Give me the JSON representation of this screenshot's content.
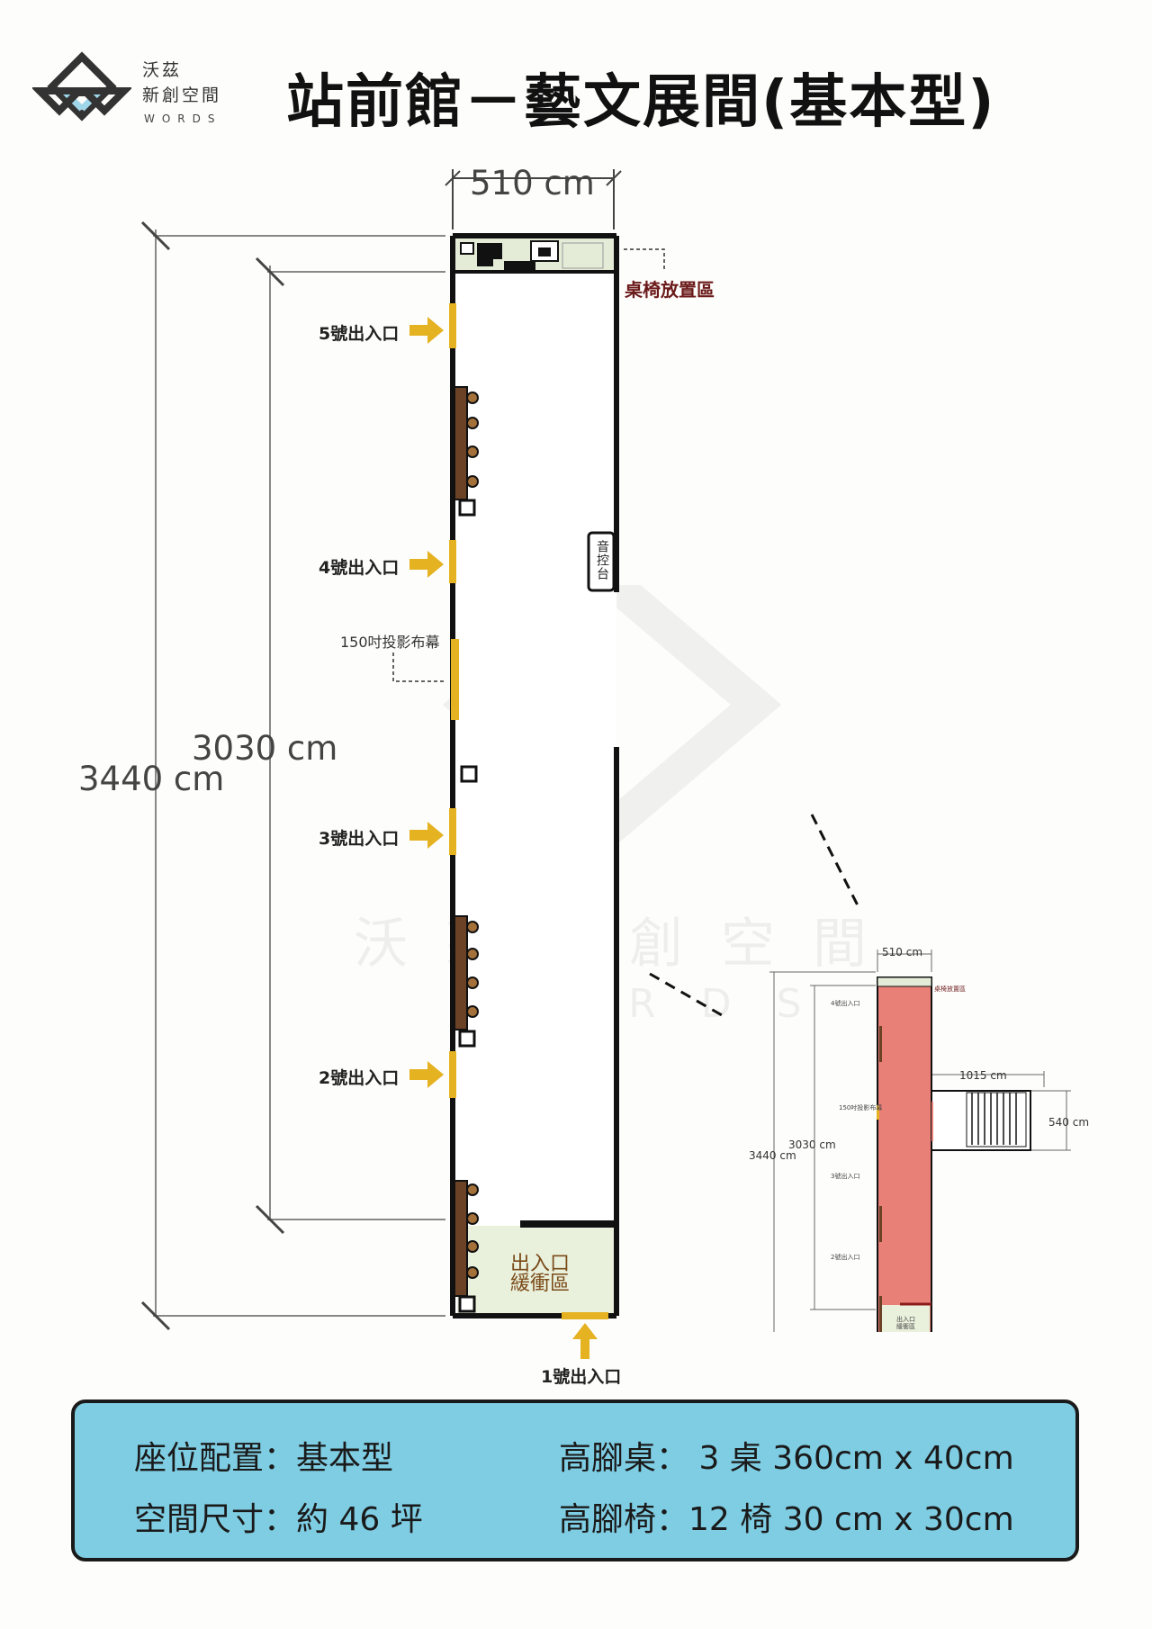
{
  "logo": {
    "line1": "沃茲",
    "line2": "新創空間",
    "words": "WORDS"
  },
  "title": "站前館－藝文展間(基本型)",
  "main_plan": {
    "width_label": "510 cm",
    "total_length_label": "3440 cm",
    "inner_length_label": "3030 cm",
    "furniture_area_label": "桌椅放置區",
    "entrances": {
      "e5": "5號出入口",
      "e4": "4號出入口",
      "e3": "3號出入口",
      "e2": "2號出入口",
      "e1": "1號出入口"
    },
    "screen_label": "150吋投影布幕",
    "console_label": "音控台",
    "buffer_zone": {
      "line1": "出入口",
      "line2": "緩衝區"
    }
  },
  "watermark": {
    "cn": "沃茲新創空間",
    "en": "WORDS"
  },
  "mini_plan": {
    "width_label": "510 cm",
    "furniture_area_label": "桌椅放置區",
    "annex_width_label": "1015 cm",
    "annex_depth_label": "540 cm",
    "total_length_label": "3440 cm",
    "inner_length_label": "3030 cm",
    "e4": "4號出入口",
    "e3": "3號出入口",
    "e2": "2號出入口",
    "screen_label": "150吋投影布幕",
    "buffer_line1": "出入口",
    "buffer_line2": "緩衝區",
    "colors": {
      "hall": "#e88078"
    }
  },
  "info": {
    "seating_layout": "座位配置：基本型",
    "space_size": "空間尺寸：約 46 坪",
    "high_tables": "高腳桌： 3 桌   360cm x 40cm",
    "high_chairs": "高腳椅：12 椅   30   cm x 30cm"
  },
  "colors": {
    "wall": "#111111",
    "entrance": "#e5b222",
    "table": "#6b4226",
    "buffer": "#e9f0dc",
    "info_bg": "#7fcde3"
  }
}
